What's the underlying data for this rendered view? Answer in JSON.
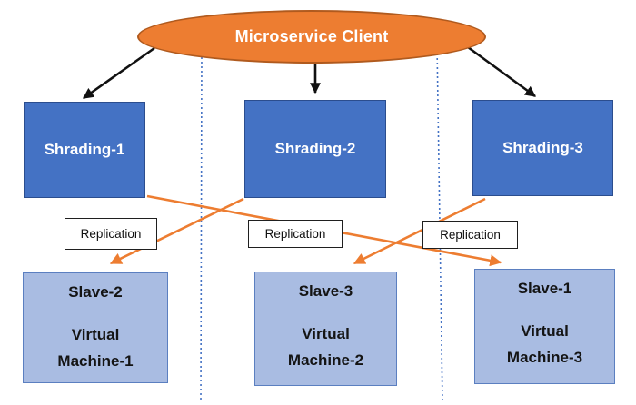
{
  "diagram": {
    "client_label": "Microservice Client",
    "shards": [
      {
        "label": "Shrading-1"
      },
      {
        "label": "Shrading-2"
      },
      {
        "label": "Shrading-3"
      }
    ],
    "replication_boxes": [
      {
        "label": "Replication"
      },
      {
        "label": "Replication"
      },
      {
        "label": "Replication"
      }
    ],
    "slaves": [
      {
        "lines": [
          "Slave-2",
          "Virtual",
          "Machine-1"
        ]
      },
      {
        "lines": [
          "Slave-3",
          "Virtual",
          "Machine-2"
        ]
      },
      {
        "lines": [
          "Slave-1",
          "Virtual",
          "Machine-3"
        ]
      }
    ],
    "connections": [
      {
        "from": "Microservice Client",
        "to": "Shrading-1",
        "style": "black-arrow"
      },
      {
        "from": "Microservice Client",
        "to": "Shrading-2",
        "style": "black-arrow"
      },
      {
        "from": "Microservice Client",
        "to": "Shrading-3",
        "style": "black-arrow"
      },
      {
        "from": "Shrading-1",
        "to": "Slave-1 (Virtual Machine-3)",
        "style": "orange-arrow",
        "label": "Replication"
      },
      {
        "from": "Shrading-2",
        "to": "Slave-2 (Virtual Machine-1)",
        "style": "orange-arrow",
        "label": "Replication"
      },
      {
        "from": "Shrading-3",
        "to": "Slave-3 (Virtual Machine-2)",
        "style": "orange-arrow",
        "label": "Replication"
      }
    ],
    "colors": {
      "client_fill": "#ED7D31",
      "client_border": "#B05A1E",
      "shard_fill": "#4472C4",
      "shard_border": "#2B4D8E",
      "slave_fill": "#A9BCE2",
      "slave_border": "#5B7FC0",
      "replication_box_fill": "#FFFFFF",
      "replication_box_border": "#1F1F1F",
      "black_arrow": "#111111",
      "orange_arrow": "#ED7D31",
      "dotted_divider": "#4472C4"
    }
  }
}
